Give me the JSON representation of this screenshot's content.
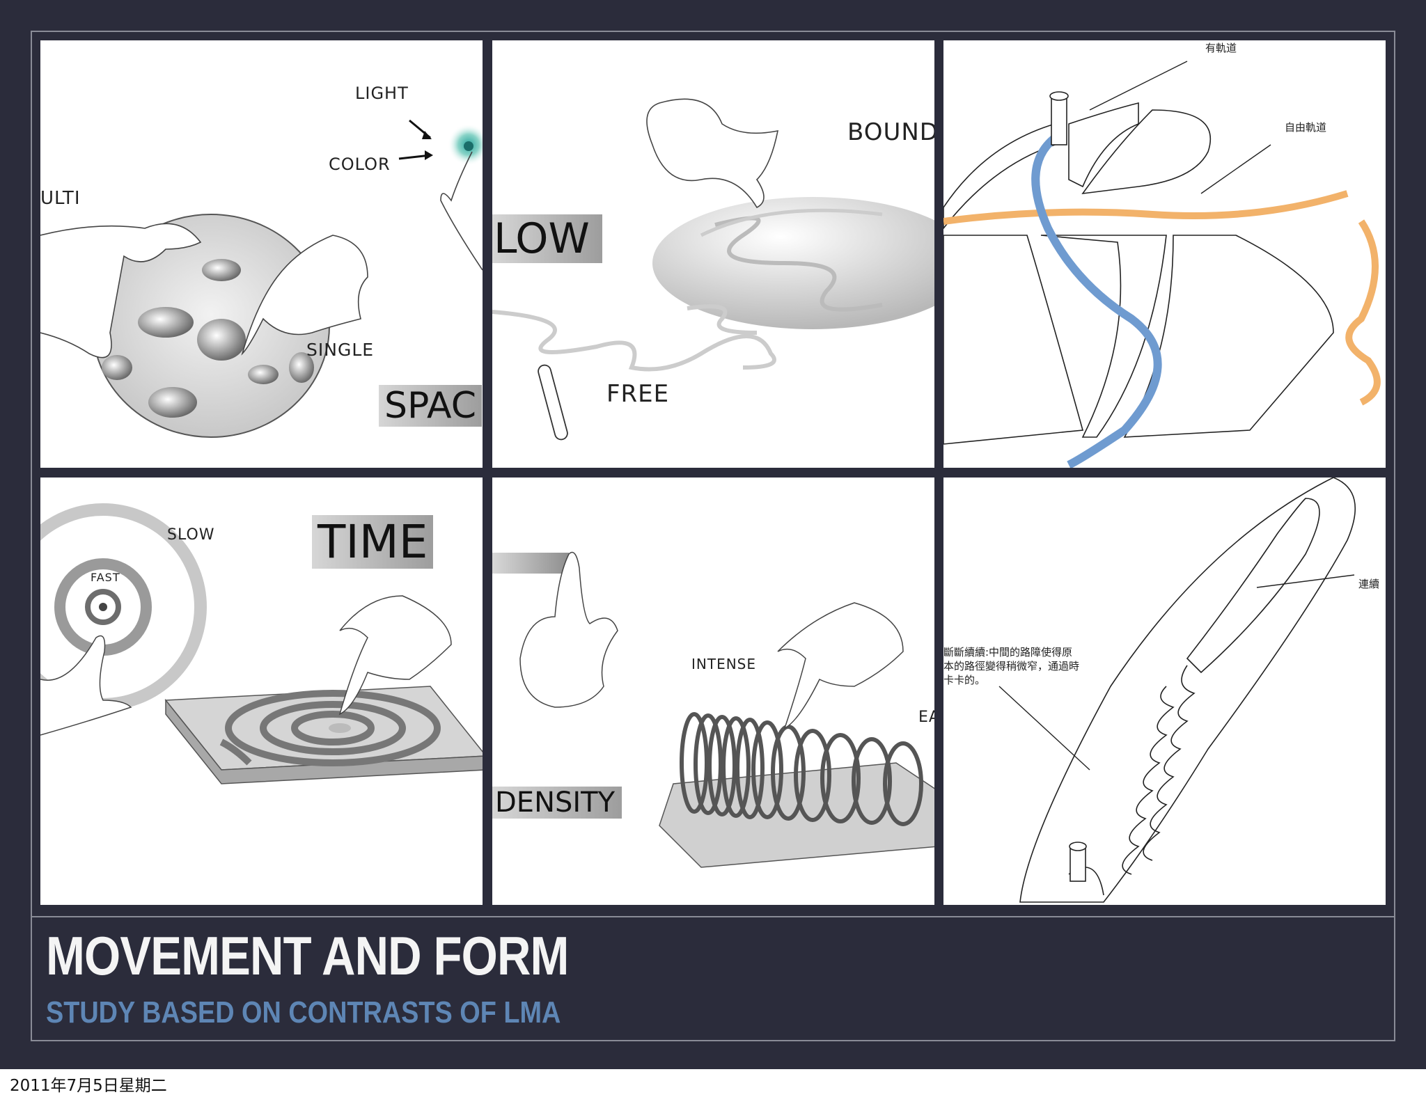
{
  "slide": {
    "title": "MOVEMENT AND FORM",
    "subtitle": "STUDY BASED ON CONTRASTS OF LMA",
    "footer_date": "2011年7月5日星期二"
  },
  "panels": [
    {
      "labels": {
        "light": "LIGHT",
        "color": "COLOR",
        "multi": "ULTI",
        "single": "SINGLE",
        "space": "SPAC"
      }
    },
    {
      "labels": {
        "bound": "BOUND",
        "flow": "LOW",
        "free": "FREE"
      }
    },
    {
      "labels": {
        "track": "有軌道",
        "free_track": "自由軌道"
      }
    },
    {
      "labels": {
        "slow": "SLOW",
        "fast": "FAST",
        "time": "TIME"
      }
    },
    {
      "labels": {
        "intense": "INTENSE",
        "ease": "EA",
        "density": "DENSITY"
      }
    },
    {
      "labels": {
        "continuous": "連續",
        "note_line1": "斷斷續續:中間的路障使得原",
        "note_line2": "本的路徑變得稍微窄，通過時",
        "note_line3": "卡卡的。"
      }
    }
  ],
  "colors": {
    "background": "#2b2c3b",
    "title": "#f4f4f4",
    "subtitle": "#5e86b5",
    "blue_path": "#6f9bd0",
    "orange_path": "#f2b26a"
  }
}
